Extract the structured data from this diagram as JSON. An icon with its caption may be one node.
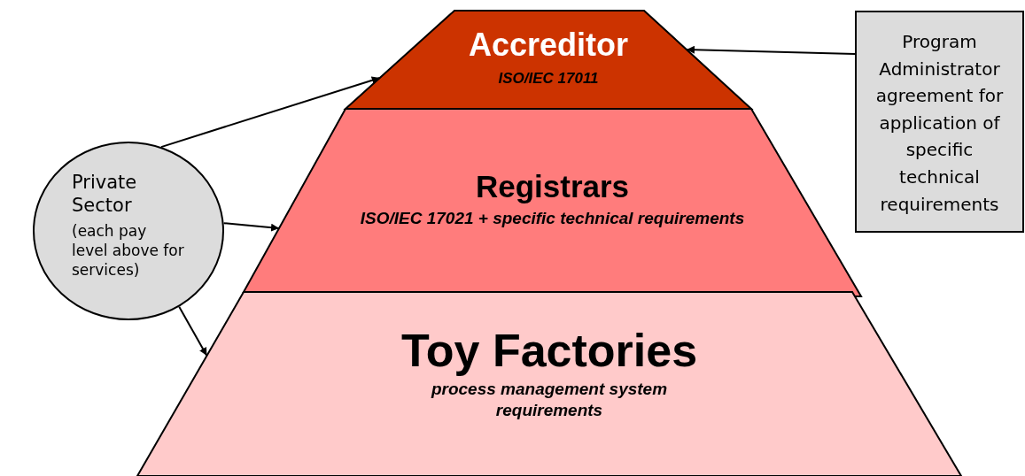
{
  "diagram": {
    "nodes": [
      {
        "text": [
          "Accreditor",
          "ISO/IEC 17011"
        ]
      },
      {
        "text": [
          "Registrars",
          "ISO/IEC 17021 + specific technical requirements"
        ]
      },
      {
        "text": [
          "Toy Factories",
          "process management system requirements"
        ]
      },
      {
        "text": [
          "Private Sector",
          "(each pay level above for services)"
        ]
      },
      {
        "text": [
          "Program Administrator agreement for application of specific technical requirements"
        ]
      }
    ],
    "edges": [
      {
        "from": 3,
        "to": 0,
        "arrow": "to"
      },
      {
        "from": 3,
        "to": 1,
        "arrow": "to"
      },
      {
        "from": 3,
        "to": 2,
        "arrow": "to"
      },
      {
        "from": 4,
        "to": 0,
        "arrow": "to"
      }
    ]
  }
}
